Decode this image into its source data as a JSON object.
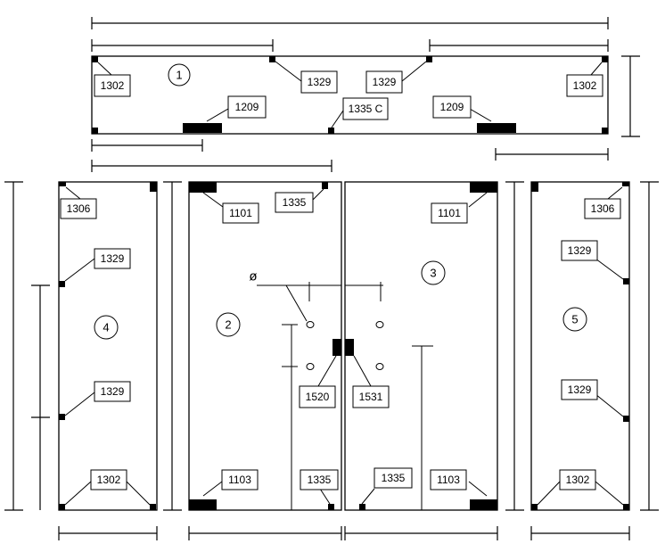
{
  "panels": [
    {
      "id": "1",
      "label": "1"
    },
    {
      "id": "2",
      "label": "2"
    },
    {
      "id": "3",
      "label": "3"
    },
    {
      "id": "4",
      "label": "4"
    },
    {
      "id": "5",
      "label": "5"
    }
  ],
  "callouts": {
    "p1_1302_left": "1302",
    "p1_1329_left": "1329",
    "p1_1329_right": "1329",
    "p1_1302_right": "1302",
    "p1_1209_left": "1209",
    "p1_1335c": "1335 C",
    "p1_1209_right": "1209",
    "p4_1306": "1306",
    "p4_1329_top": "1329",
    "p4_1329_bottom": "1329",
    "p4_1302": "1302",
    "p2_1101": "1101",
    "p2_1335_top": "1335",
    "p2_1520": "1520",
    "p2_1103": "1103",
    "p2_1335_bottom": "1335",
    "p3_1101": "1101",
    "p3_1531": "1531",
    "p3_1335": "1335",
    "p3_1103": "1103",
    "p5_1306": "1306",
    "p5_1329_top": "1329",
    "p5_1329_bottom": "1329",
    "p5_1302": "1302"
  },
  "symbols": {
    "diameter": "ø"
  }
}
